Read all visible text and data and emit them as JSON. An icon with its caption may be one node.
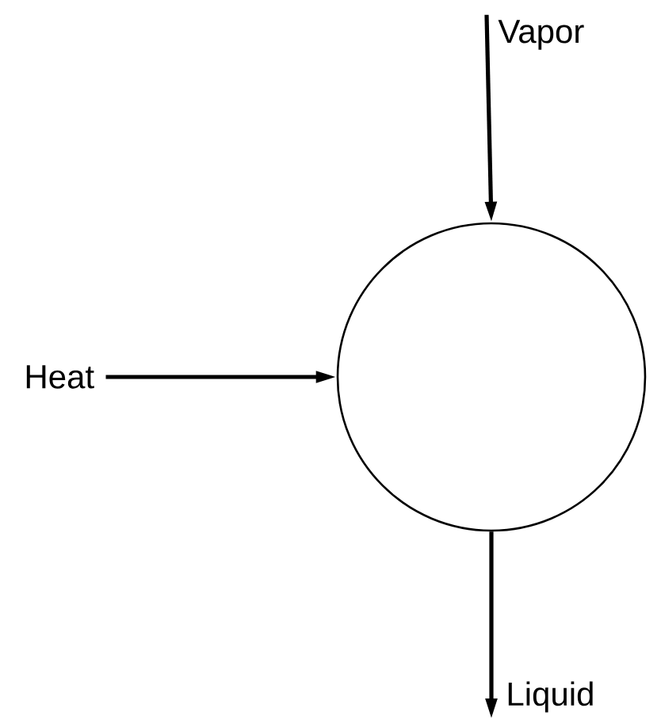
{
  "diagram": {
    "nodes": [
      {
        "text": [],
        "shape": "circle"
      },
      {
        "text": [
          "Vapor"
        ]
      },
      {
        "text": [
          "Heat"
        ]
      },
      {
        "text": [
          "Liquid"
        ]
      }
    ],
    "edges": [
      {
        "from": 1,
        "to": 0,
        "arrow": "to"
      },
      {
        "from": 2,
        "to": 0,
        "arrow": "to"
      },
      {
        "from": 0,
        "to": 3,
        "arrow": "to"
      }
    ]
  }
}
